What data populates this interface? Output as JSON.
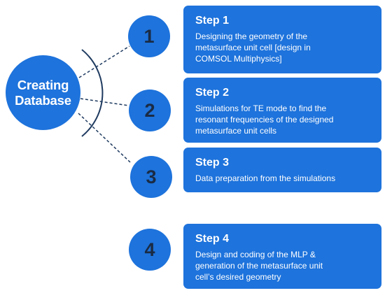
{
  "center": {
    "line1": "Creating",
    "line2": "Database"
  },
  "steps": [
    {
      "number": "1",
      "title": "Step 1",
      "description": "Designing the geometry of the\nmetasurface unit cell [design in\nCOMSOL Multiphysics]"
    },
    {
      "number": "2",
      "title": "Step 2",
      "description": "Simulations for TE mode to find the\nresonant frequencies of the designed\nmetasurface unit cells"
    },
    {
      "number": "3",
      "title": "Step 3",
      "description": "Data preparation from the simulations"
    },
    {
      "number": "4",
      "title": "Step 4",
      "description": "Design and coding of the MLP &\ngeneration of the metasurface unit\ncell’s  desired geometry"
    }
  ],
  "colors": {
    "accent": "#1E73DC",
    "number_text": "#1A2B44",
    "connector": "#1E3A5F"
  }
}
